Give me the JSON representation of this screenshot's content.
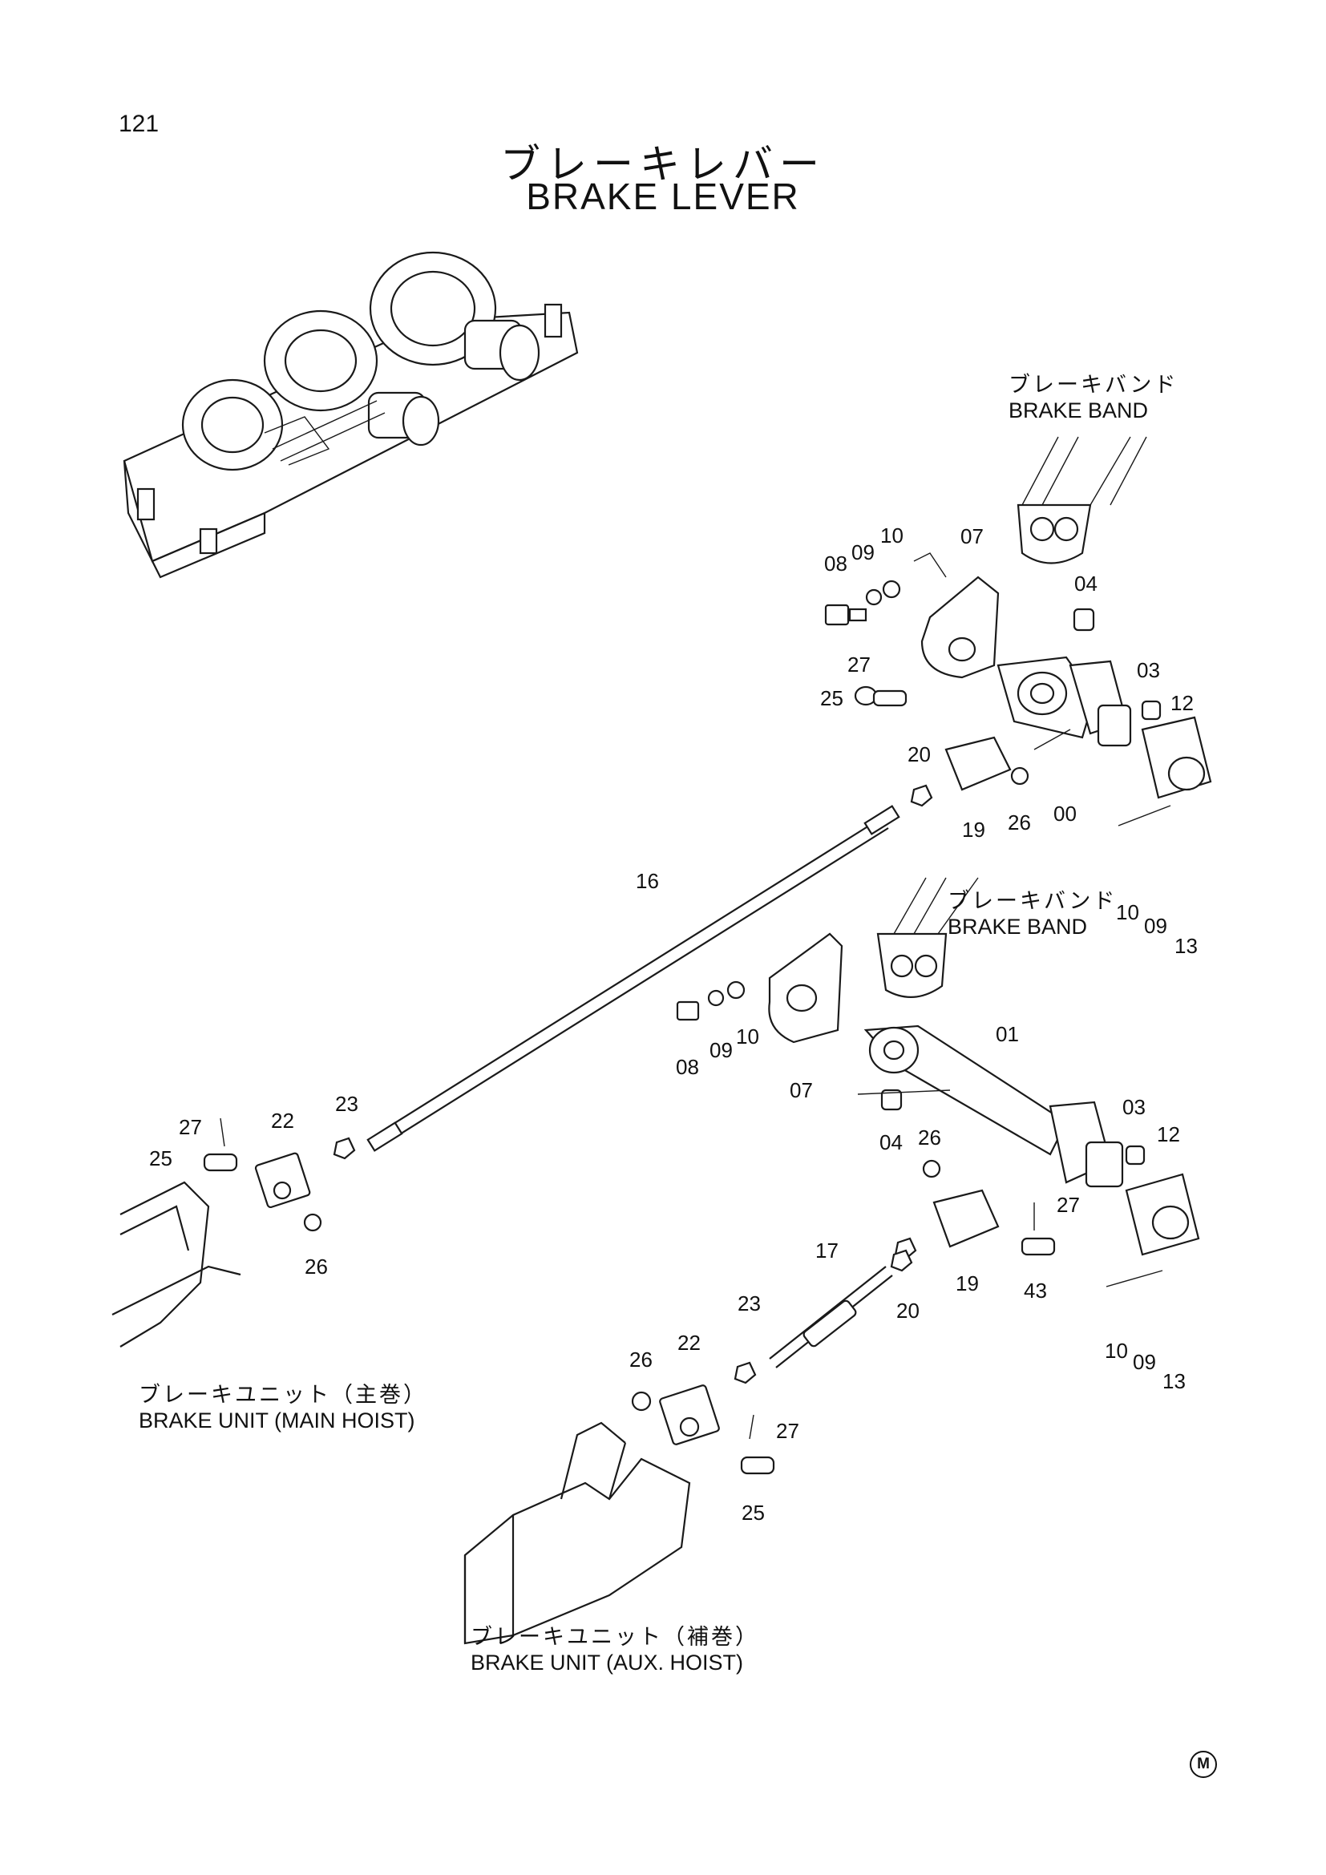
{
  "page_number": "121",
  "title": {
    "jp": "ブレーキレバー",
    "en": "BRAKE LEVER"
  },
  "callouts": {
    "brake_band_upper": {
      "jp": "ブレーキバンド",
      "en": "BRAKE BAND"
    },
    "brake_band_lower": {
      "jp": "ブレーキバンド",
      "en": "BRAKE BAND"
    },
    "brake_unit_main": {
      "jp": "ブレーキユニット（主巻）",
      "en": "BRAKE UNIT (MAIN HOIST)"
    },
    "brake_unit_aux": {
      "jp": "ブレーキユニット（補巻）",
      "en": "BRAKE UNIT (AUX. HOIST)"
    }
  },
  "part_numbers": {
    "upper_assembly": [
      "08",
      "09",
      "10",
      "07",
      "04",
      "27",
      "25",
      "03",
      "12",
      "20",
      "19",
      "26",
      "00",
      "10",
      "09",
      "13"
    ],
    "rod": "16",
    "lower_assembly": [
      "08",
      "09",
      "10",
      "07",
      "01",
      "04",
      "03",
      "12",
      "26",
      "27",
      "19",
      "43",
      "20",
      "10",
      "09",
      "13"
    ],
    "main_hoist_linkage": [
      "27",
      "22",
      "23",
      "25",
      "26"
    ],
    "aux_rod": "17",
    "aux_hoist_linkage": [
      "23",
      "26",
      "22",
      "27",
      "25"
    ]
  },
  "maker_mark": "M"
}
